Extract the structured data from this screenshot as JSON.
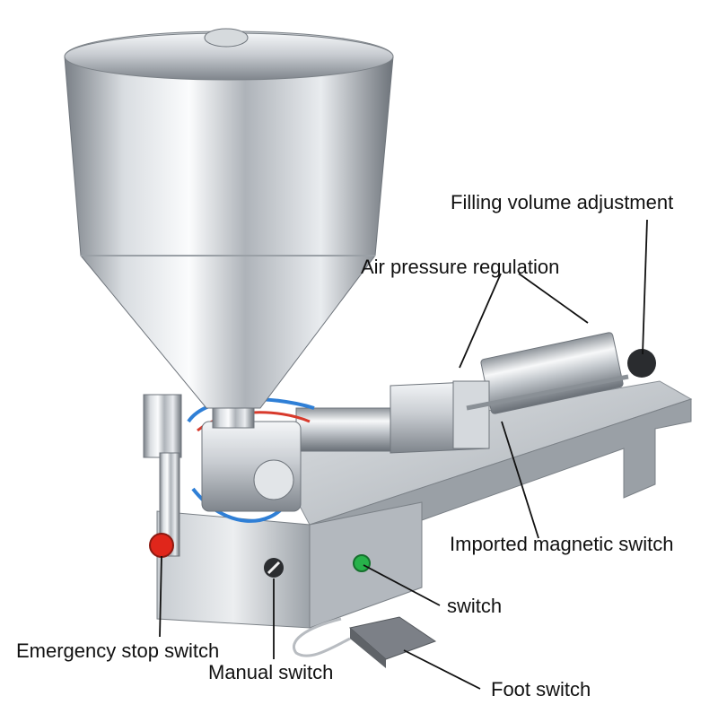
{
  "colors": {
    "background": "#ffffff",
    "steel_light": "#eef0f2",
    "steel_mid": "#b9bec4",
    "steel_dark": "#6f757c",
    "hose_blue": "#2f7fd6",
    "hose_red": "#d83a2c",
    "button_red": "#e0261b",
    "button_green": "#27b24a",
    "pedal_dark": "#7c8087",
    "leader_line": "#111111"
  },
  "icons": [
    "hopper",
    "machine-base",
    "horizontal-cylinder",
    "filling-nozzle",
    "emergency-stop-button",
    "manual-knob",
    "power-switch-light",
    "foot-pedal"
  ],
  "labels": {
    "filling_volume": "Filling volume adjustment",
    "air_pressure": "Air pressure regulation",
    "magnetic_switch": "Imported magnetic switch",
    "switch": "switch",
    "emergency_stop": "Emergency stop switch",
    "manual_switch": "Manual switch",
    "foot_switch": "Foot switch"
  }
}
